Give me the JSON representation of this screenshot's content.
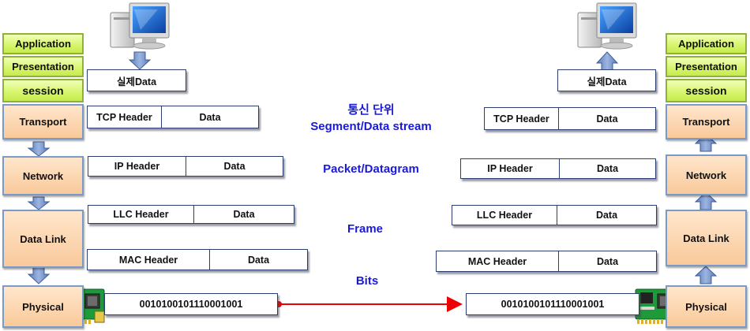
{
  "layers": {
    "application": "Application",
    "presentation": "Presentation",
    "session": "session",
    "transport": "Transport",
    "network": "Network",
    "datalink": "Data Link",
    "physical": "Physical"
  },
  "labels": {
    "unit_title": "통신 단위",
    "segment": "Segment/Data stream",
    "packet": "Packet/Datagram",
    "frame": "Frame",
    "bits": "Bits"
  },
  "left": {
    "real_data": "실제Data",
    "tcp_header": "TCP Header",
    "tcp_data": "Data",
    "ip_header": "IP Header",
    "ip_data": "Data",
    "llc_header": "LLC Header",
    "llc_data": "Data",
    "mac_header": "MAC Header",
    "mac_data": "Data",
    "bits_value": "0010100101110001001"
  },
  "right": {
    "real_data": "실제Data",
    "tcp_header": "TCP Header",
    "tcp_data": "Data",
    "ip_header": "IP Header",
    "ip_data": "Data",
    "llc_header": "LLC Header",
    "llc_data": "Data",
    "mac_header": "MAC Header",
    "mac_data": "Data",
    "bits_value": "0010100101110001001"
  },
  "colors": {
    "transmission_arrow": "#ee0000",
    "label_text": "#1a1ad6",
    "layer_green": "#d6f56a",
    "layer_orange": "#f9c99a",
    "block_arrow": "#6f8fc9"
  },
  "icons": [
    "computer-icon",
    "network-card-icon"
  ]
}
